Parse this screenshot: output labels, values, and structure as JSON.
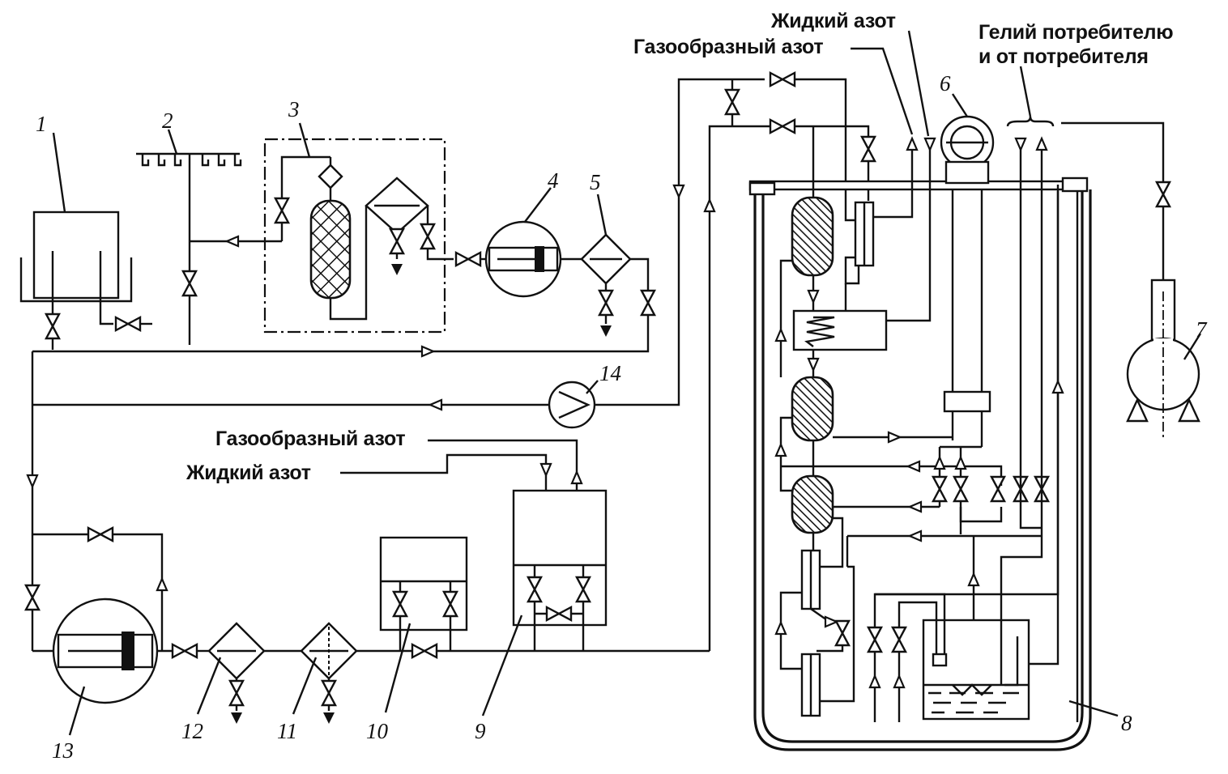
{
  "labels": {
    "liquid_nitrogen_top": "Жидкий азот",
    "gaseous_nitrogen_top": "Газообразный азот",
    "helium_consumer_line1": "Гелий потребителю",
    "helium_consumer_line2": "и от потребителя",
    "gaseous_nitrogen_bottom": "Газообразный азот",
    "liquid_nitrogen_bottom": "Жидкий азот"
  },
  "numbers": {
    "n1": "1",
    "n2": "2",
    "n3": "3",
    "n4": "4",
    "n5": "5",
    "n6": "6",
    "n7": "7",
    "n8": "8",
    "n9": "9",
    "n10": "10",
    "n11": "11",
    "n12": "12",
    "n13": "13",
    "n14": "14"
  }
}
